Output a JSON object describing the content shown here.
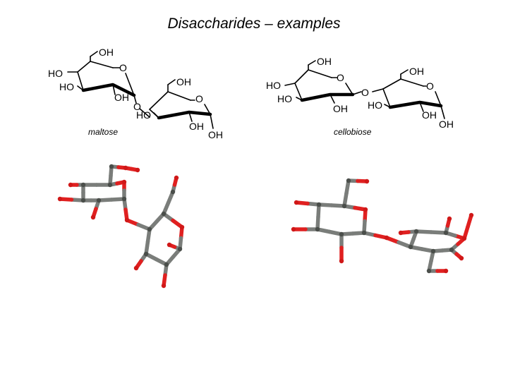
{
  "title": "Disaccharides – examples",
  "maltose": {
    "caption": "maltose",
    "ring1_labels": [
      "OH",
      "O",
      "HO",
      "HO",
      "OH"
    ],
    "linkage_o": "O",
    "ring2_labels": [
      "OH",
      "O",
      "HO",
      "OH",
      "OH"
    ]
  },
  "cellobiose": {
    "caption": "cellobiose",
    "ring1_labels": [
      "OH",
      "O",
      "HO",
      "HO",
      "OH"
    ],
    "linkage_o": "O",
    "ring2_labels": [
      "OH",
      "O",
      "HO",
      "OH",
      "OH"
    ]
  },
  "colors": {
    "carbon": "#7a7d7a",
    "oxygen": "#e02020"
  }
}
